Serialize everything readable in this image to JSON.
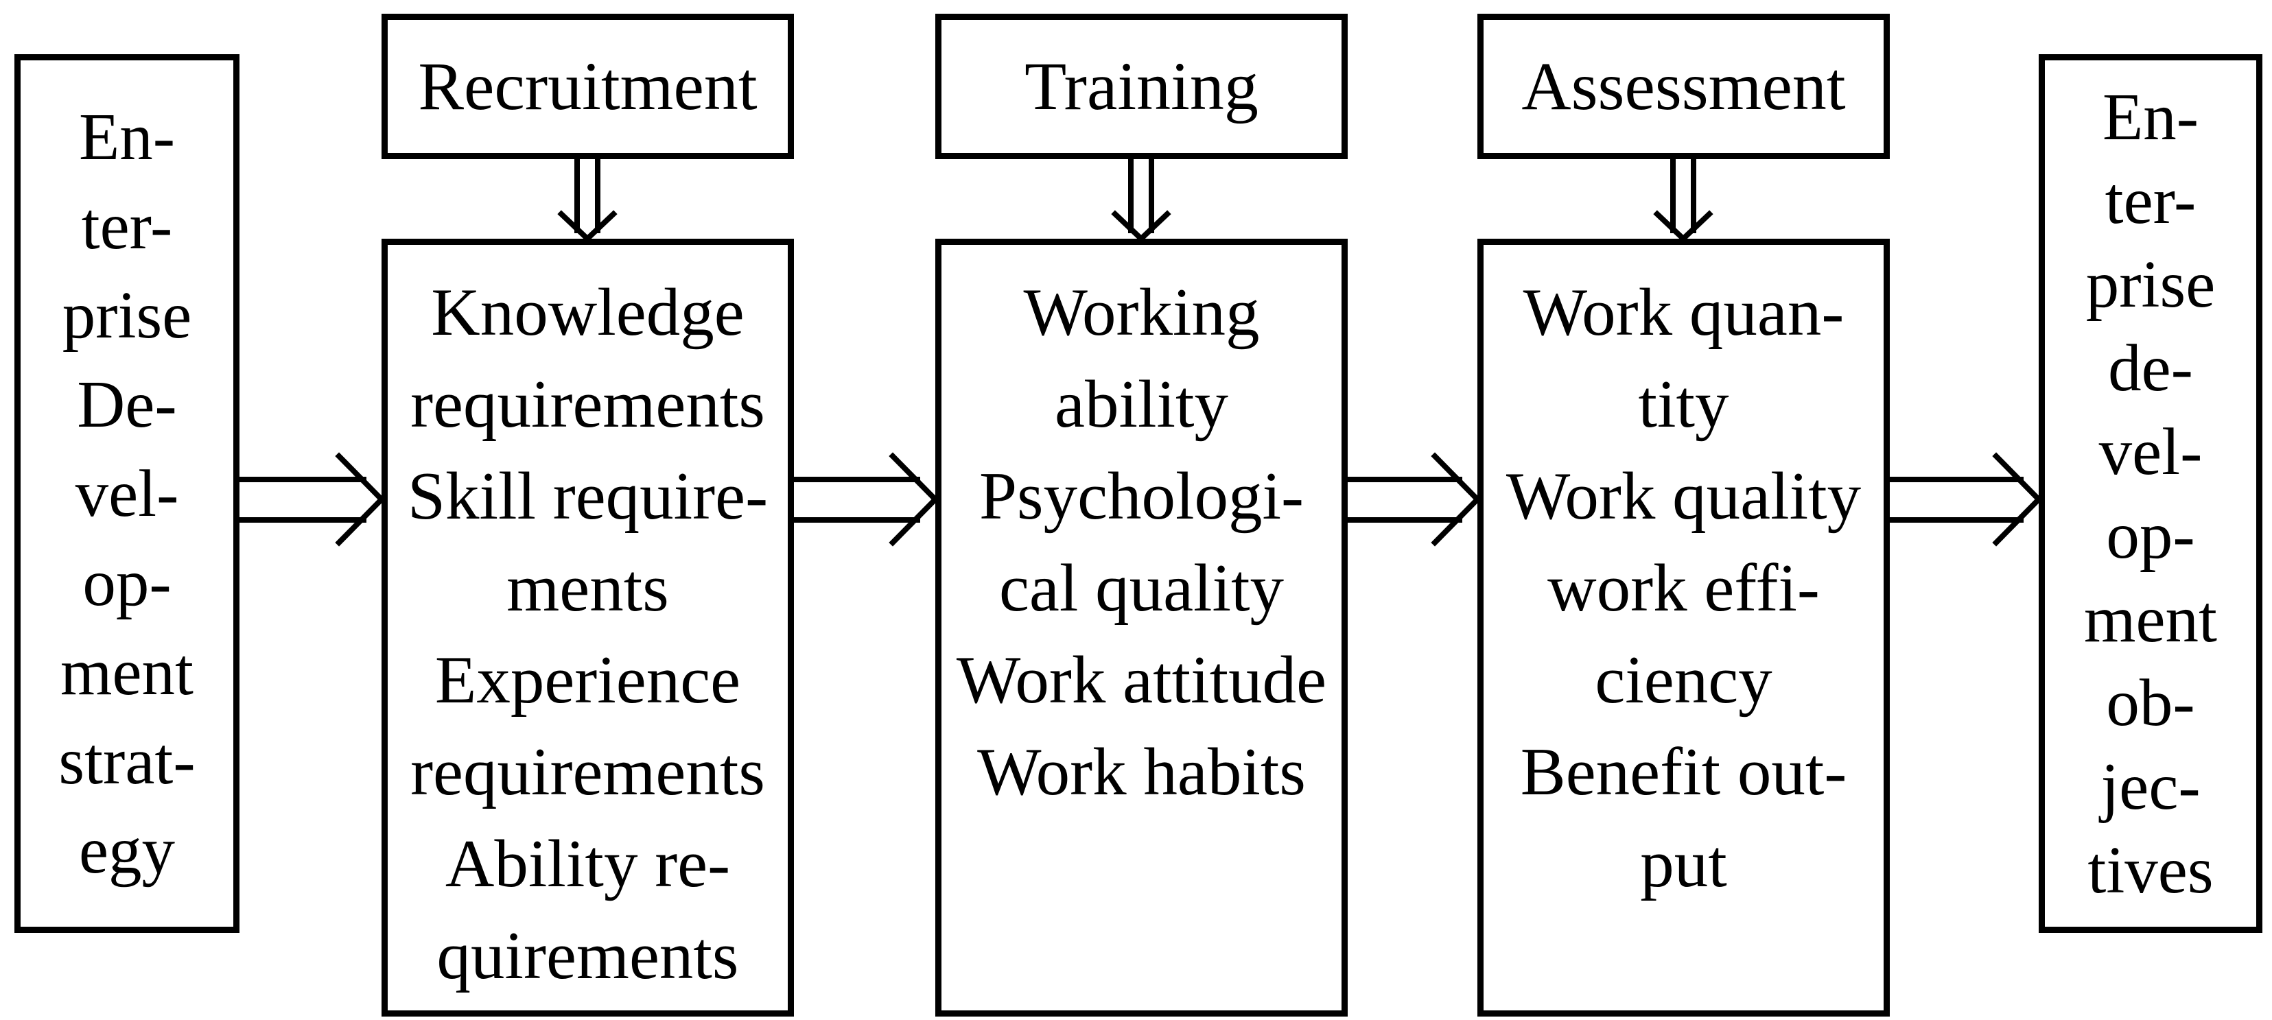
{
  "diagram": {
    "colors": {
      "ink": "#000000",
      "background": "#ffffff"
    },
    "left_box": {
      "label": "Enterprise Development strategy",
      "lines": [
        "En-",
        "ter-",
        "prise",
        "De-",
        "vel-",
        "op-",
        "ment",
        "strat-",
        "egy"
      ]
    },
    "right_box": {
      "label": "Enterprise development objectives",
      "lines": [
        "En-",
        "ter-",
        "prise",
        "de-",
        "vel-",
        "op-",
        "ment",
        "ob-",
        "jec-",
        "tives"
      ]
    },
    "columns": [
      {
        "header": "Recruitment",
        "items": [
          "Knowledge",
          "requirements",
          "Skill require-",
          "ments",
          "Experience",
          "requirements",
          "Ability re-",
          "quirements"
        ]
      },
      {
        "header": "Training",
        "items": [
          "Working",
          "ability",
          "Psychologi-",
          "cal quality",
          "Work attitude",
          "Work habits"
        ]
      },
      {
        "header": "Assessment",
        "items": [
          "Work quan-",
          "tity",
          "Work quality",
          "work effi-",
          "ciency",
          "Benefit out-",
          "put"
        ]
      }
    ]
  }
}
